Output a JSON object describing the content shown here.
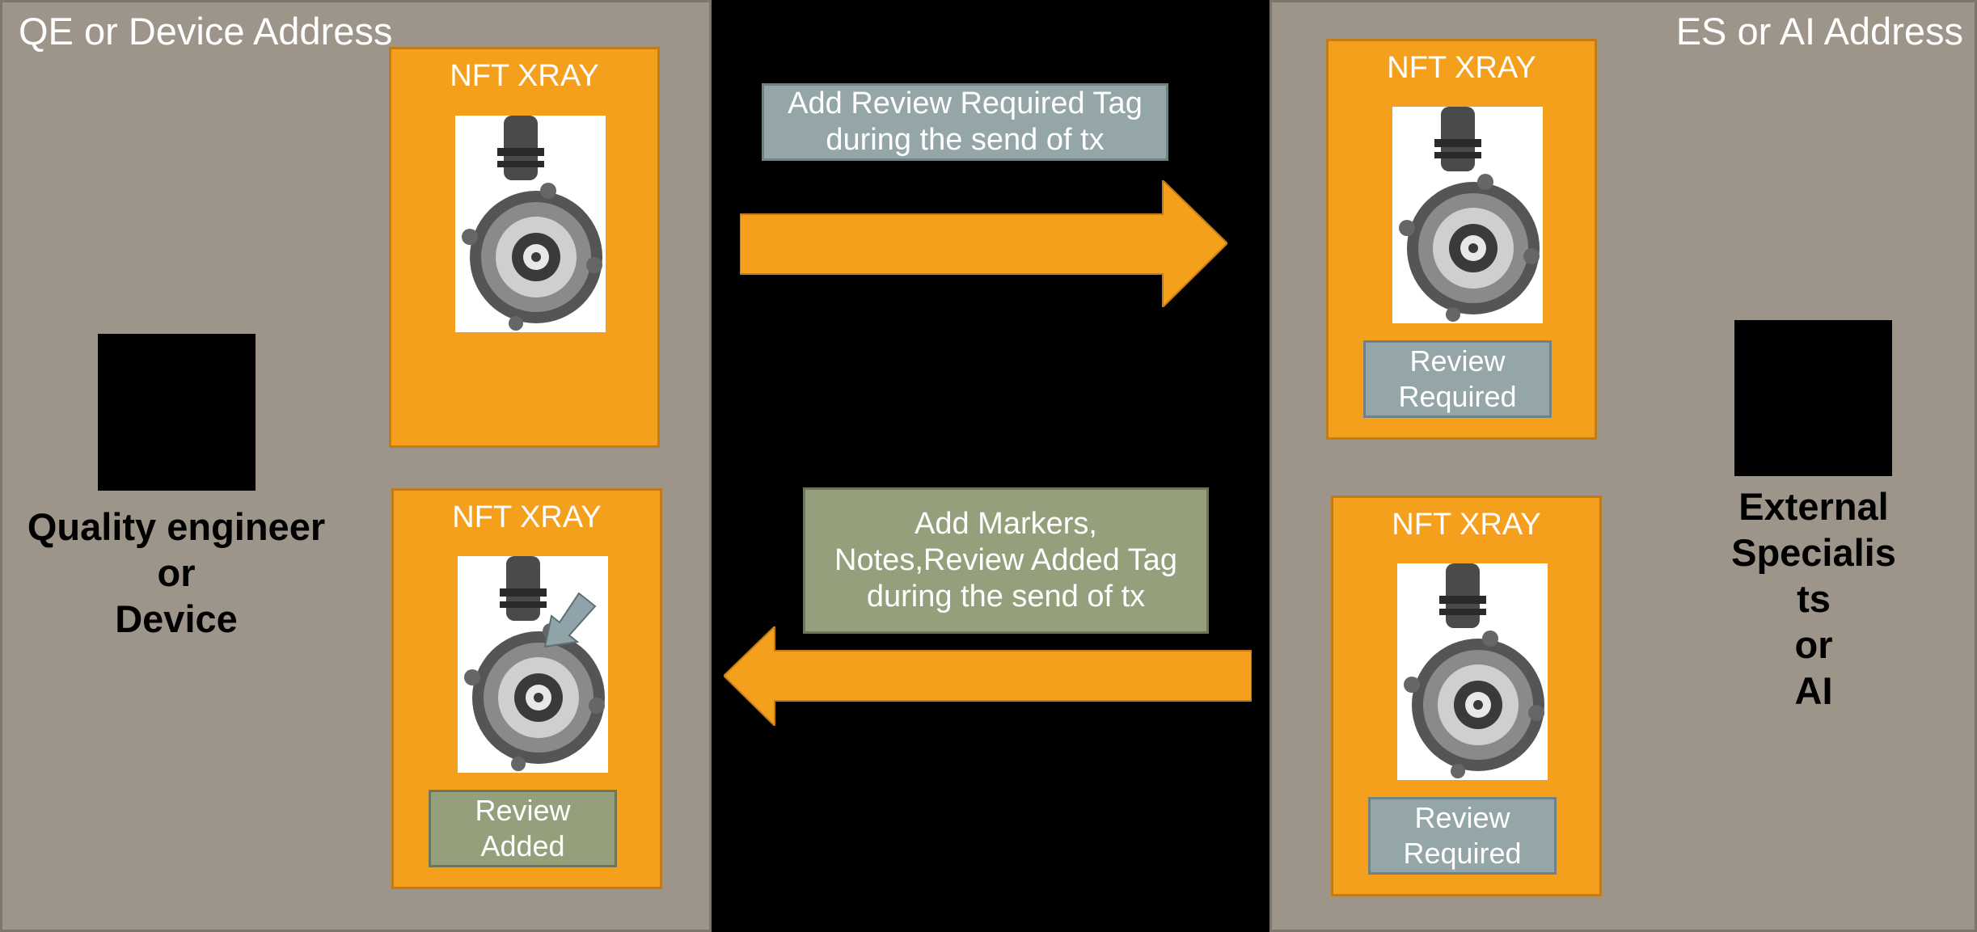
{
  "left": {
    "address": "QE or Device Address",
    "actor_lines": [
      "Quality engineer",
      "or",
      "Device"
    ],
    "card_top": {
      "title": "NFT XRAY"
    },
    "card_bottom": {
      "title": "NFT XRAY",
      "tag_lines": [
        "Review",
        "Added"
      ]
    }
  },
  "right": {
    "address": "ES or AI Address",
    "actor_lines": [
      "External",
      "Specialis",
      "ts",
      "or",
      "AI"
    ],
    "card_top": {
      "title": "NFT XRAY",
      "tag_lines": [
        "Review",
        "Required"
      ]
    },
    "card_bottom": {
      "title": "NFT XRAY",
      "tag_lines": [
        "Review",
        "Required"
      ]
    }
  },
  "center": {
    "send_note_lines": [
      "Add Review Required Tag",
      "during the send of tx"
    ],
    "return_note_lines": [
      "Add Markers,",
      "Notes,Review Added Tag",
      "during the send of tx"
    ]
  },
  "colors": {
    "panel": "#9e958a",
    "card": "#f5a01d",
    "tag_required": "#95a6a8",
    "tag_added": "#959f7c",
    "arrow": "#f5a01d"
  }
}
